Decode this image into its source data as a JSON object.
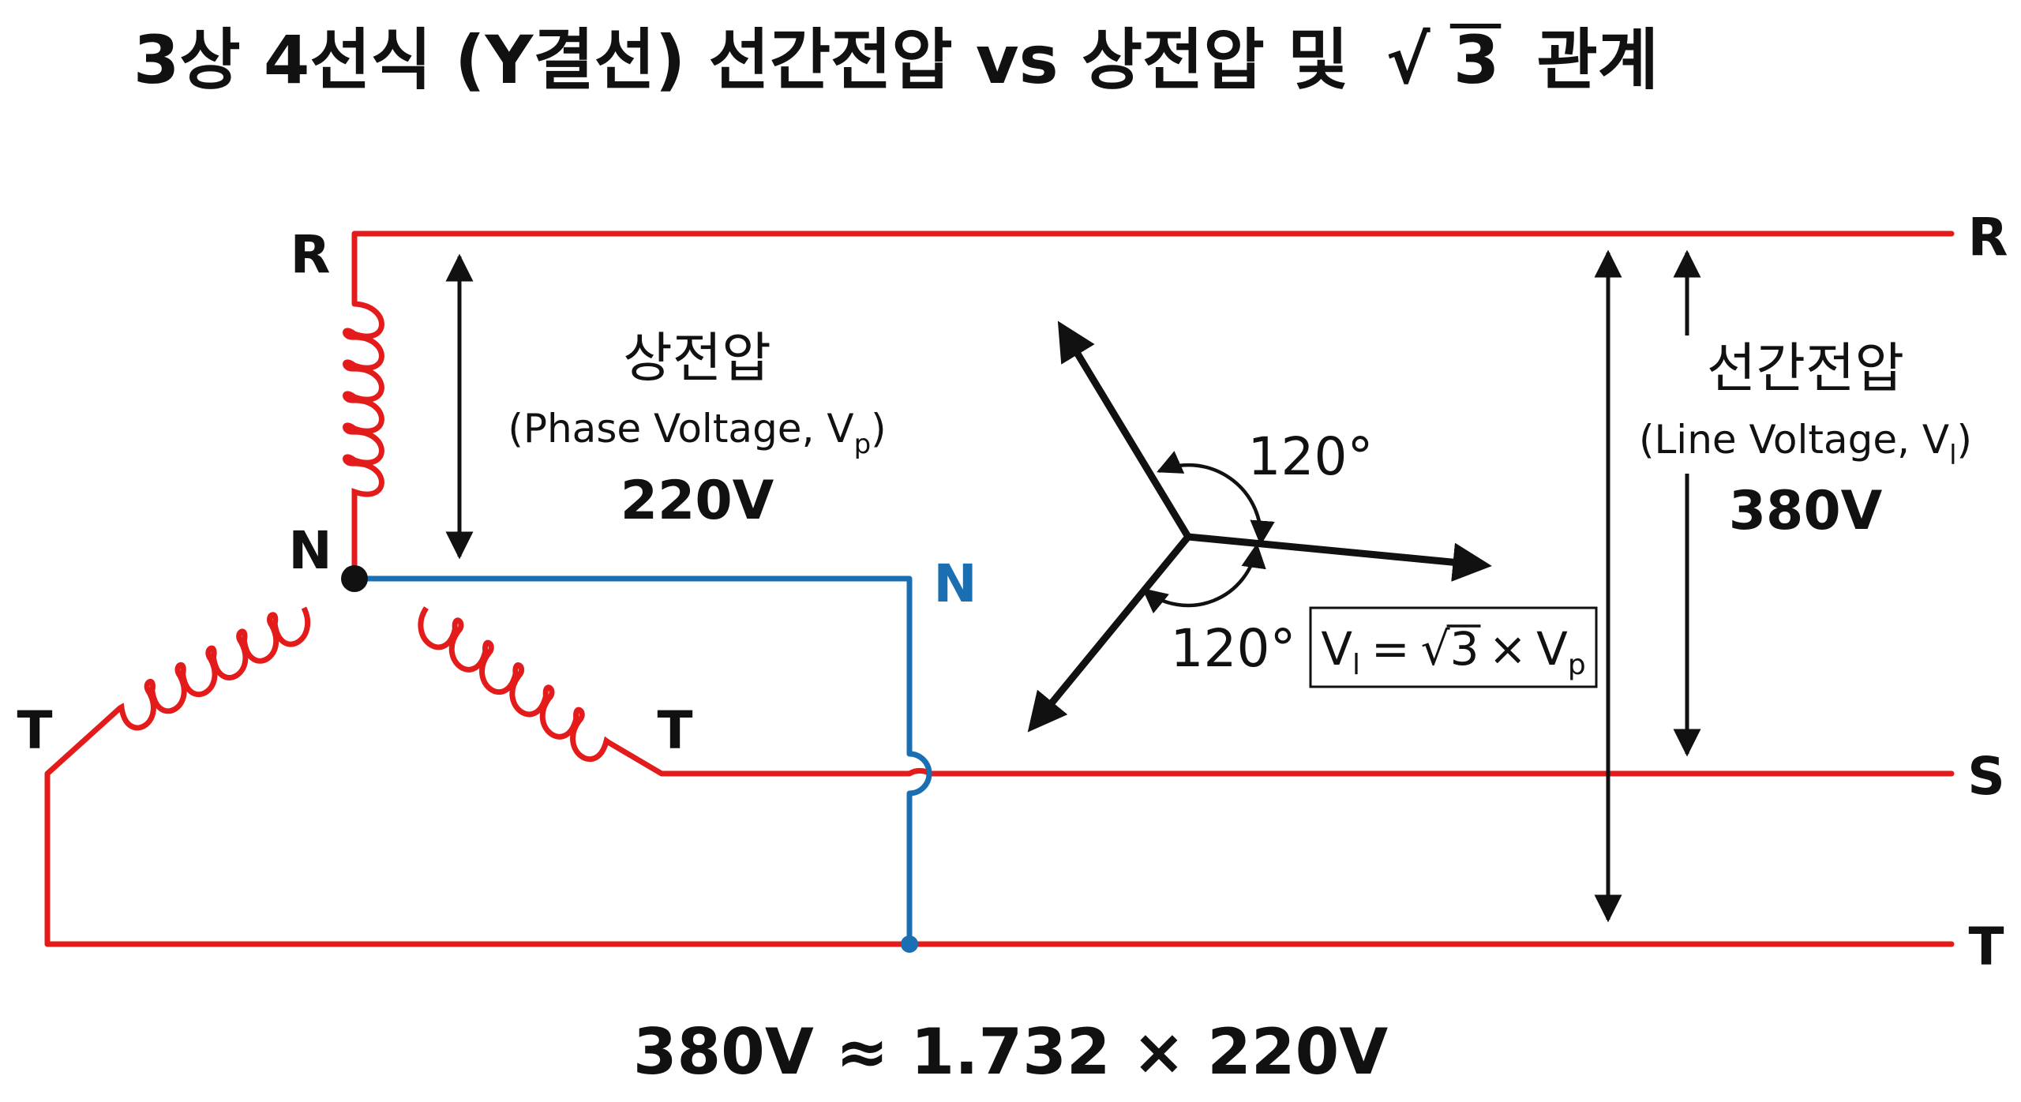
{
  "title": {
    "prefix": "3상 4선식 (Y결선) 선간전압 vs 상전압 및",
    "sqrt_sign": "√",
    "sqrt_num": "3",
    "suffix": "관계"
  },
  "terminals": {
    "r_left": "R",
    "n_left": "N",
    "t_left": "T",
    "t_mid": "T",
    "n_blue": "N",
    "r_right": "R",
    "s_right": "S",
    "t_right": "T"
  },
  "phase_voltage": {
    "label_ko": "상전압",
    "label_en": "(Phase Voltage, V",
    "label_sub": "p",
    "label_close": ")",
    "value": "220V"
  },
  "line_voltage": {
    "label_ko": "선간전압",
    "label_en": "(Line Voltage, V",
    "label_sub": "l",
    "label_close": ")",
    "value": "380V"
  },
  "phasor": {
    "angle_top": "120°",
    "angle_bottom": "120°"
  },
  "formula": {
    "lhs": "V",
    "lhs_sub": "l",
    "equals": "=",
    "sqrt_sign": "√",
    "sqrt_num": "3",
    "times": "×",
    "rhs": "V",
    "rhs_sub": "p"
  },
  "bottom_equation": "380V ≈ 1.732 × 220V",
  "colors": {
    "phase_wire": "#e31b1b",
    "neutral_wire": "#1a6fb3",
    "annotation": "#111111",
    "background": "#ffffff"
  }
}
